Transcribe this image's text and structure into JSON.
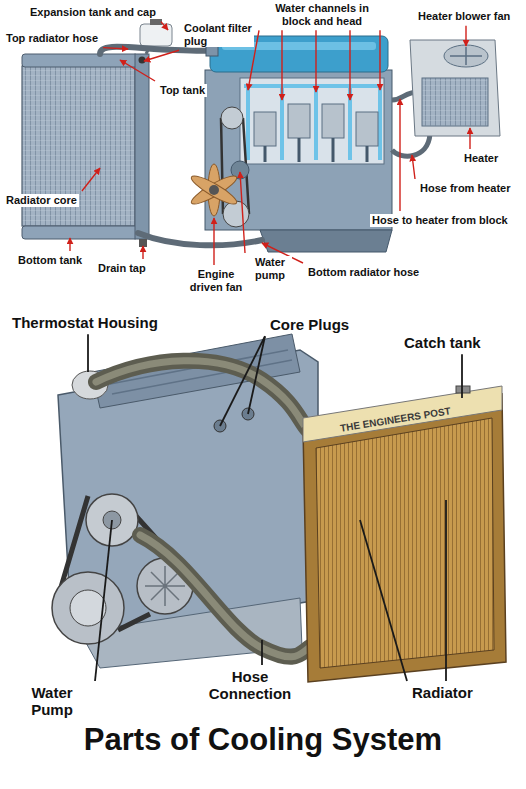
{
  "diagram": {
    "title": "Parts of Cooling System",
    "labels": [
      "Expansion tank and cap",
      "Top radiator hose",
      "Coolant filter plug",
      "Top tank",
      "Water channels in block and head",
      "Heater blower fan",
      "Heater",
      "Hose from heater",
      "Hose to heater from block",
      "Radiator core",
      "Bottom tank",
      "Drain tap",
      "Engine driven fan",
      "Water pump",
      "Bottom radiator hose",
      "Thermostat Housing",
      "Core Plugs",
      "Catch tank",
      "Water Pump",
      "Hose Connection",
      "Radiator",
      "THE ENGINEERS POST"
    ]
  }
}
